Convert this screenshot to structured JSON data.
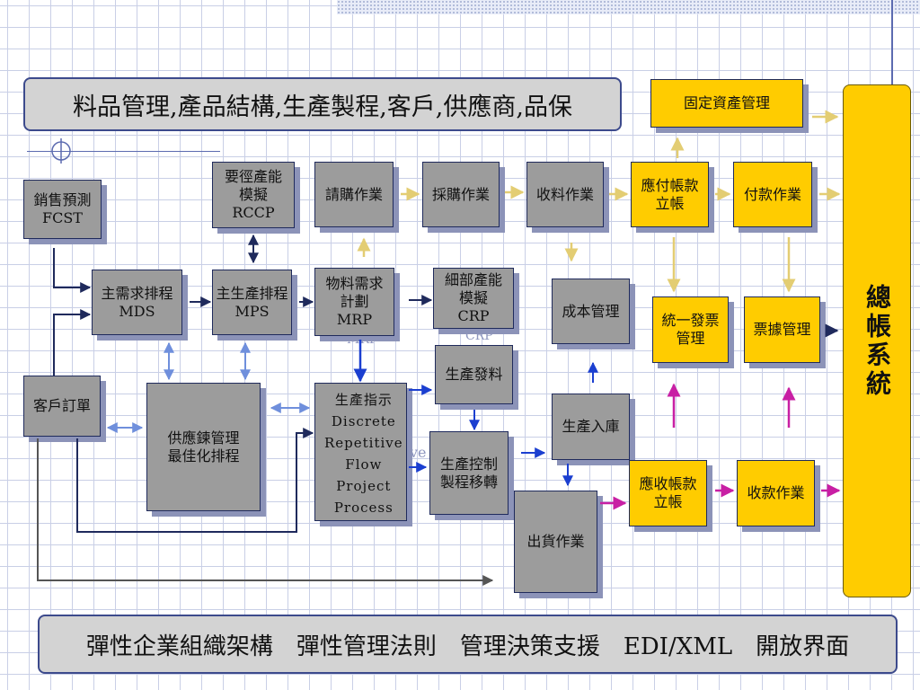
{
  "banner_top": "料品管理,產品結構,生產製程,客戶,供應商,品保",
  "banner_bottom": "彈性企業組織架構　彈性管理法則　管理決策支援　EDI/XML　開放界面",
  "general_ledger": "總帳系統",
  "boxes": {
    "sales_forecast": "銷售預測\nFCST",
    "rccp": "要徑產能\n模擬\nRCCP",
    "requisition": "請購作業",
    "purchasing": "採購作業",
    "receiving": "收料作業",
    "ap": "應付帳款\n立帳",
    "payment": "付款作業",
    "fixed_assets": "固定資產管理",
    "mds": "主需求排程\nMDS",
    "mps": "主生產排程\nMPS",
    "mrp": "物料需求\n計劃\nMRP",
    "crp": "細部產能\n模擬\nCRP",
    "cost": "成本管理",
    "invoice": "統一發票\n管理",
    "notes": "票據管理",
    "customer_order": "客戶訂單",
    "scm": "供應鍊管理\n最佳化排程",
    "material_issue": "生產發料",
    "production_in": "生產入庫",
    "shop_floor": "生產控制\n製程移轉",
    "ar": "應收帳款\n立帳",
    "collection": "收款作業",
    "shipping": "出貨作業"
  },
  "production_order": {
    "title": "生產指示",
    "modes": [
      "Discrete",
      "Repetitive",
      "Flow",
      "Project",
      "Process"
    ]
  },
  "ghost_labels": {
    "rccp": "RCCP",
    "mrp": "MRP",
    "crp": "CRP",
    "repetitive": "ve"
  }
}
